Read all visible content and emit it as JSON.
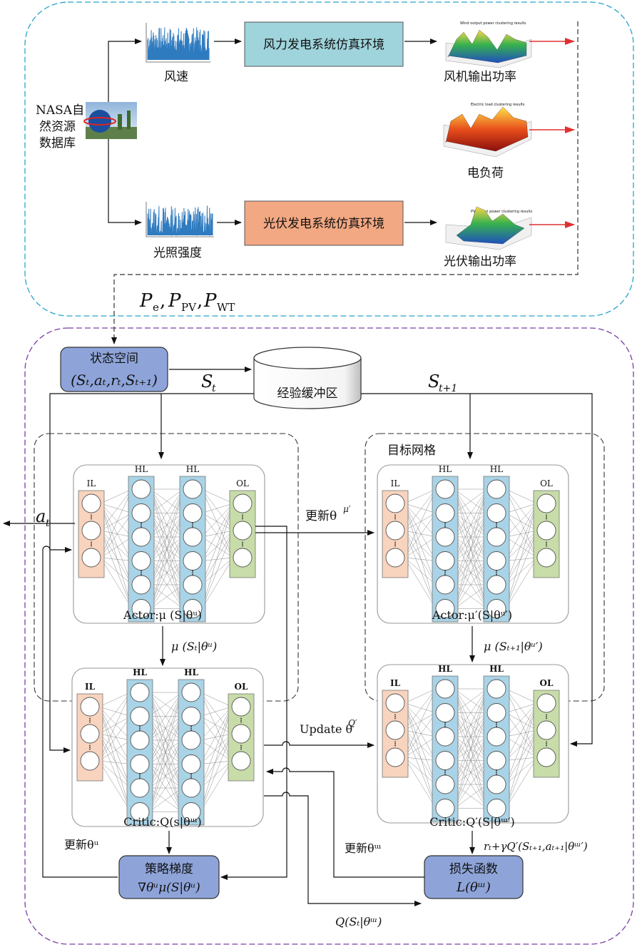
{
  "data_source": {
    "line1": "NASA自",
    "line2": "然资源",
    "line3": "数据库"
  },
  "inputs": {
    "wind_speed": "风速",
    "irradiance": "光照强度"
  },
  "environments": {
    "wind": "风力发电系统仿真环境",
    "pv": "光伏发电系统仿真环境"
  },
  "outputs": {
    "wind_power": "风机输出功率",
    "load": "电负荷",
    "pv_power": "光伏输出功率",
    "wind_plot_title": "Wind output power clustering results",
    "load_plot_title": "Electric load clustering results",
    "pv_plot_title": "PV output power clustering results"
  },
  "state_vector": {
    "p": "P",
    "e": "e",
    "pv": "PV",
    "wt": "WT"
  },
  "state_space": {
    "title": "状态空间",
    "formula": "(Sₜ,aₜ,rₜ,Sₜ₊₁)"
  },
  "replay_buffer": "经验缓冲区",
  "labels": {
    "st": "S",
    "st_sub": "t",
    "st1": "S",
    "st1_sub": "t+1",
    "at": "a",
    "at_sub": "t",
    "target_network": "目标网格",
    "update_mu_prime": "更新θ",
    "update_mu_prime_sup": "μ′",
    "mu_st": "μ (Sₜ|θᵘ)",
    "mu_st1": "μ (Sₜ₊₁|θᵘ′)",
    "update_q": "Update θ",
    "update_q_sup": "Q′",
    "target_q": "rₜ+γQ′(Sₜ₊₁,aₜ₊₁|θᵚ′)",
    "update_omega": "更新θᵚ",
    "update_mu": "更新θᵘ",
    "q_st": "Q(Sₜ|θᵚ)"
  },
  "networks": {
    "actor": "Actor:μ (S|θᵘ)",
    "critic": "Critic:Q(s|θᵚ)",
    "actor_target": "Actor:μ′(S|θᵘ′)",
    "critic_target": "Critic:Q′(S|θᵚ′)",
    "layer_labels": [
      "IL",
      "HL",
      "HL",
      "OL"
    ]
  },
  "policy_gradient": {
    "title": "策略梯度",
    "formula": "∇θᵘμ(S|θᵘ)"
  },
  "loss_function": {
    "title": "损失函数",
    "formula": "L(θᵚ)"
  },
  "colors": {
    "top_border": "#2aa3c9",
    "bottom_border": "#7b3fa5",
    "wind_env": "#9fd4dc",
    "pv_env": "#f2a882",
    "il": "#f8d3bd",
    "hl": "#a9d3e6",
    "ol": "#c7dca8",
    "state_box": "#8ea4d9",
    "arrow_red": "#e03030"
  }
}
